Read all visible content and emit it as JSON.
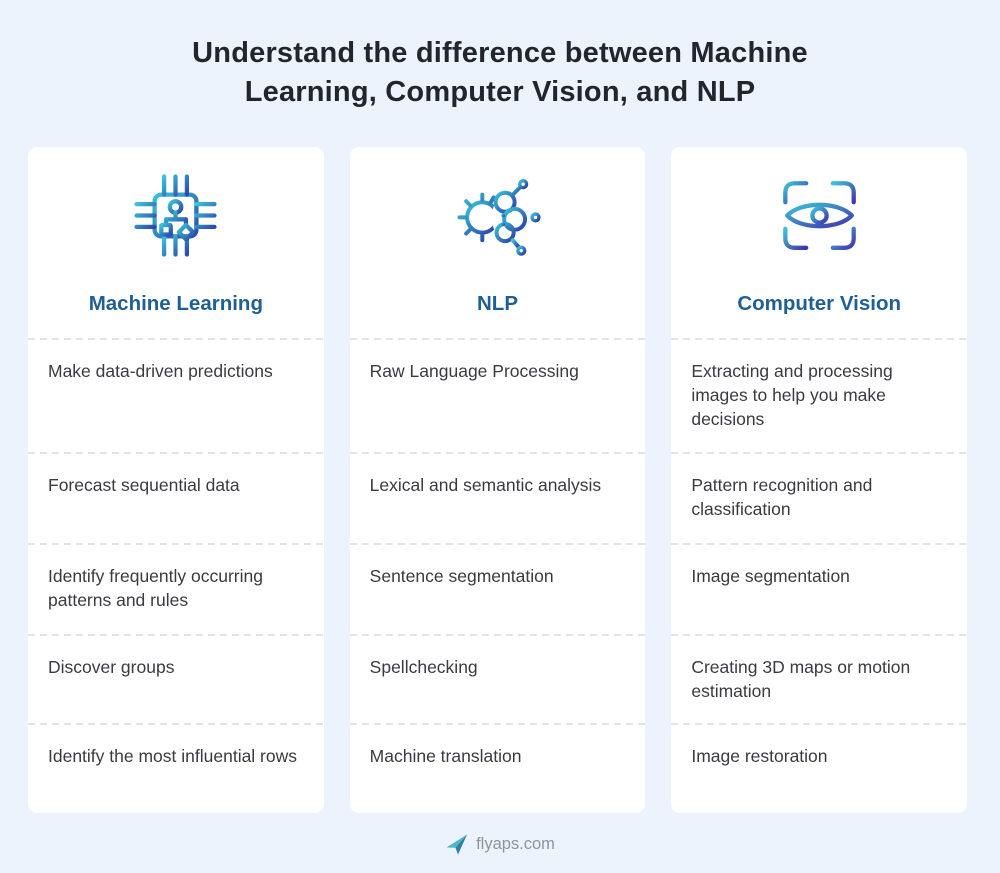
{
  "page": {
    "title_lines": [
      "Understand the difference between Machine",
      "Learning, Computer Vision, and NLP"
    ],
    "background_color": "#ecf3fd"
  },
  "colors": {
    "card_background": "#ffffff",
    "title_text": "#23252e",
    "column_header_blue": "#1f5f94",
    "item_text": "#3a3b40",
    "dashed_divider": "#dfe3ea",
    "footer_text": "#8d949d",
    "icon_gradient_start": "#3bc3d6",
    "icon_gradient_end": "#2b3fa8",
    "logo_teal": "#4fb6c8",
    "logo_blue": "#2e7ca8"
  },
  "columns": [
    {
      "title": "Machine Learning",
      "icon": "chip-flowchart-icon",
      "items": [
        "Make data-driven predictions",
        "Forecast sequential data",
        "Identify frequently occurring patterns and rules",
        "Discover groups",
        "Identify the most influential rows"
      ]
    },
    {
      "title": "NLP",
      "icon": "gear-brain-icon",
      "items": [
        "Raw Language Processing",
        "Lexical and semantic analysis",
        "Sentence segmentation",
        "Spellchecking",
        "Machine translation"
      ]
    },
    {
      "title": "Computer Vision",
      "icon": "eye-scan-icon",
      "items": [
        "Extracting and processing images to help you make decisions",
        "Pattern recognition and classification",
        "Image segmentation",
        "Creating 3D maps or motion estimation",
        "Image restoration"
      ]
    }
  ],
  "footer": {
    "brand": "flyaps.com"
  }
}
